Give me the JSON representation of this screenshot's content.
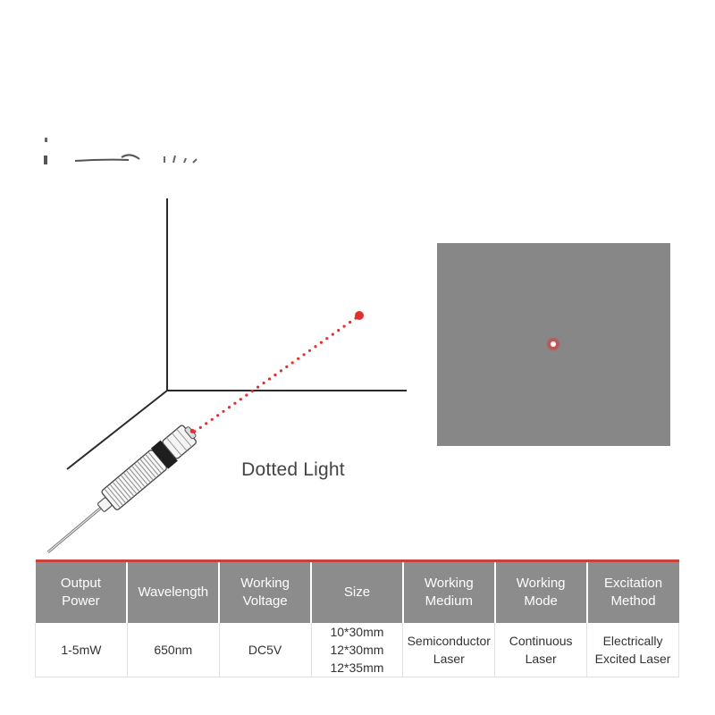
{
  "diagram": {
    "caption": "Dotted Light"
  },
  "specs": {
    "headers": [
      {
        "line1": "Output",
        "line2": "Power"
      },
      {
        "line1": "Wavelength",
        "line2": ""
      },
      {
        "line1": "Working",
        "line2": "Voltage"
      },
      {
        "line1": "Size",
        "line2": ""
      },
      {
        "line1": "Working",
        "line2": "Medium"
      },
      {
        "line1": "Working",
        "line2": "Mode"
      },
      {
        "line1": "Excitation",
        "line2": "Method"
      }
    ],
    "values": [
      {
        "line1": "1-5mW",
        "line2": "",
        "line3": ""
      },
      {
        "line1": "650nm",
        "line2": "",
        "line3": ""
      },
      {
        "line1": "DC5V",
        "line2": "",
        "line3": ""
      },
      {
        "line1": "10*30mm",
        "line2": "12*30mm",
        "line3": "12*35mm"
      },
      {
        "line1": "Semiconductor",
        "line2": "Laser",
        "line3": ""
      },
      {
        "line1": "Continuous",
        "line2": "Laser",
        "line3": ""
      },
      {
        "line1": "Electrically",
        "line2": "Excited Laser",
        "line3": ""
      }
    ]
  },
  "colors": {
    "accent": "#c9413c",
    "laser": "#e0302f",
    "header_bg": "#8c8c8c",
    "preview_bg": "#878787"
  }
}
